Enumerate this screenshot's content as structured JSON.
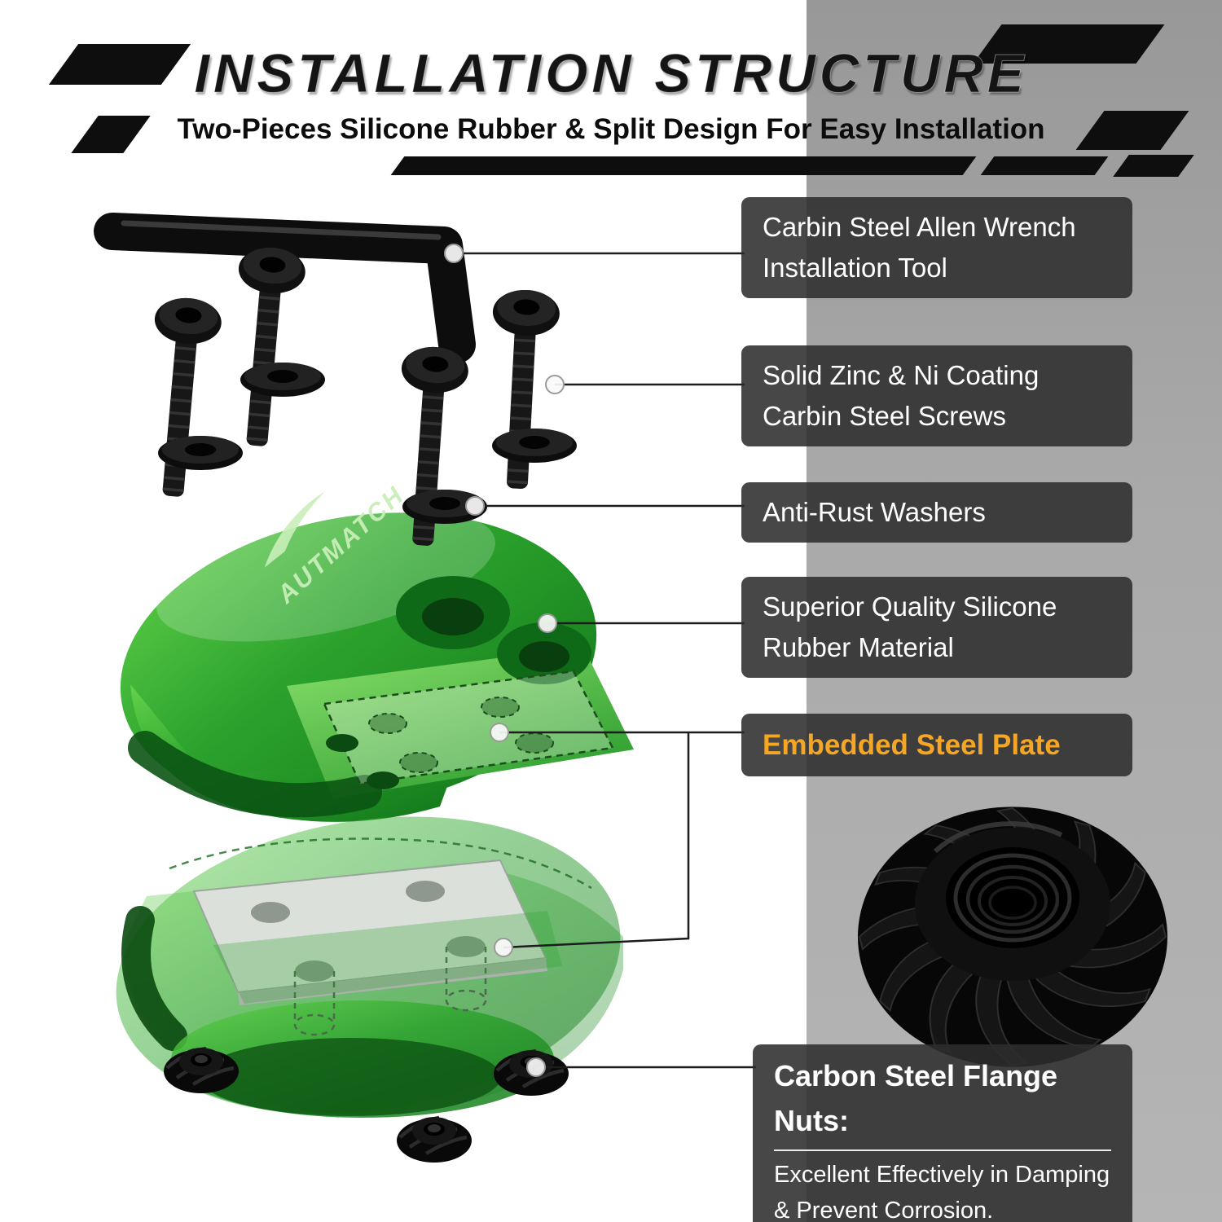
{
  "header": {
    "title": "INSTALLATION STRUCTURE",
    "subtitle": "Two-Pieces Silicone Rubber & Split Design For Easy Installation"
  },
  "product": {
    "brand_logo_text": "AUTMATCH"
  },
  "callouts": {
    "allen_wrench": {
      "line1": "Carbin Steel Allen Wrench",
      "line2": "Installation Tool"
    },
    "screws": {
      "line1": "Solid Zinc & Ni Coating",
      "line2": "Carbin Steel Screws"
    },
    "washers": {
      "line1": "Anti-Rust Washers"
    },
    "silicone_rubber": {
      "line1": "Superior Quality Silicone",
      "line2": "Rubber Material"
    },
    "steel_plate": {
      "line1": "Embedded Steel Plate"
    },
    "flange_nuts": {
      "title": "Carbon Steel Flange Nuts:",
      "line1": "Excellent Effectively in Damping",
      "line2": "& Prevent Corrosion."
    }
  },
  "colors": {
    "silicone_green": "#2ca32d",
    "highlight_orange": "#f5a623",
    "callout_background": "#2d2d2d",
    "background_stripe_gray": "#a9a9a9",
    "hardware_black": "#141414",
    "text_white": "#ffffff"
  }
}
